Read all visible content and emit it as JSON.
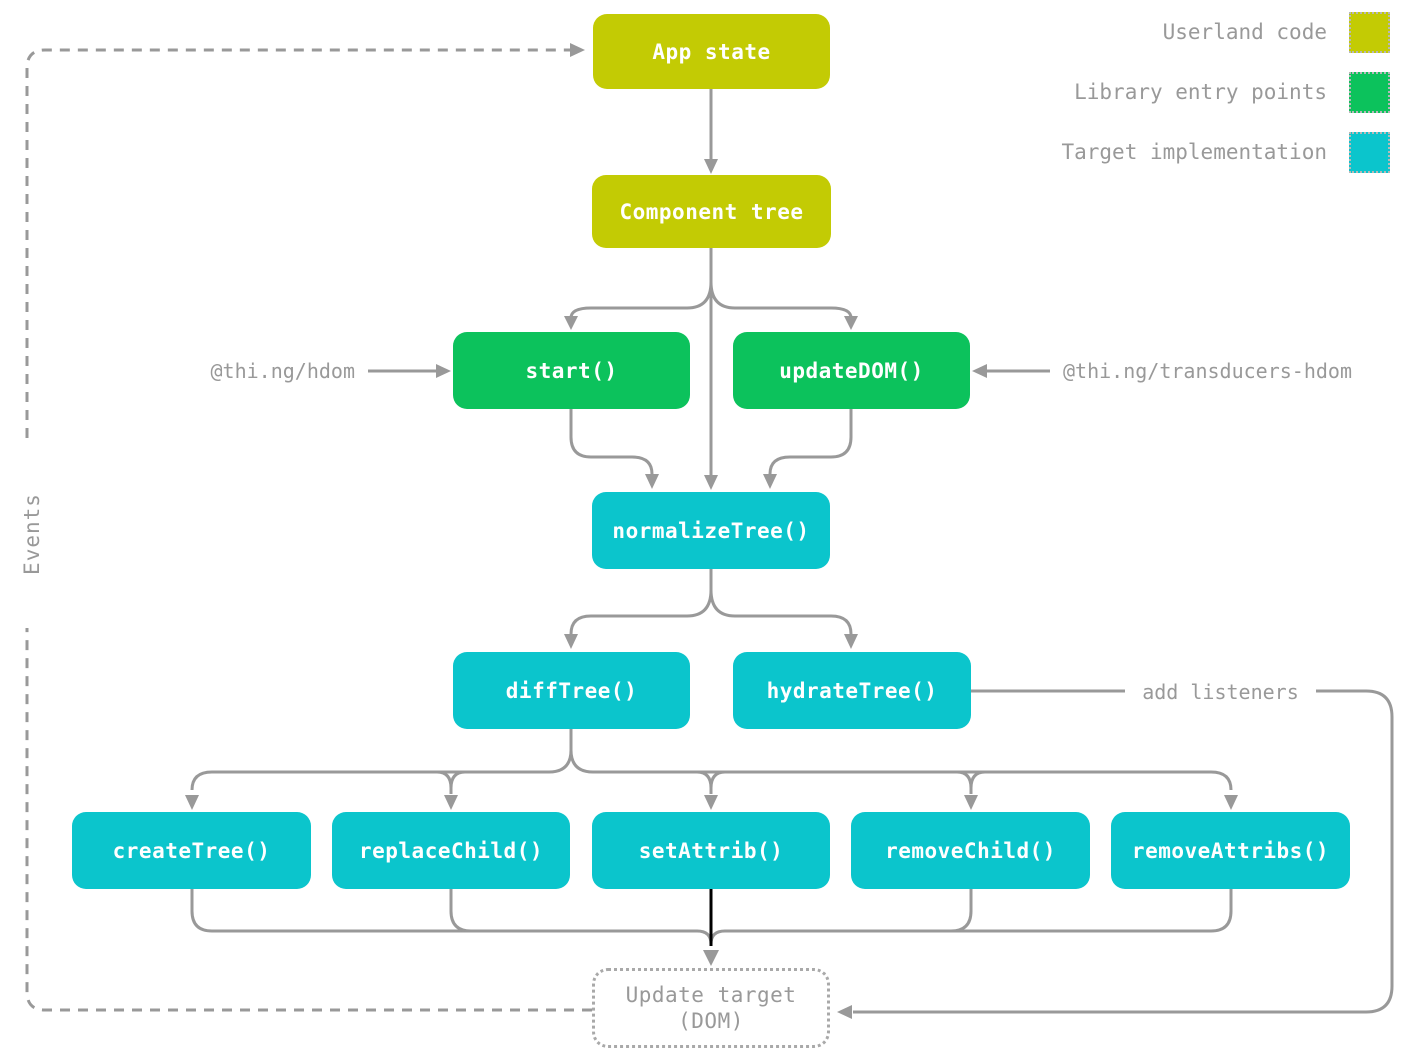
{
  "nodes": {
    "app_state": {
      "label": "App state"
    },
    "component_tree": {
      "label": "Component tree"
    },
    "start": {
      "label": "start()"
    },
    "update_dom": {
      "label": "updateDOM()"
    },
    "normalize_tree": {
      "label": "normalizeTree()"
    },
    "diff_tree": {
      "label": "diffTree()"
    },
    "hydrate_tree": {
      "label": "hydrateTree()"
    },
    "create_tree": {
      "label": "createTree()"
    },
    "replace_child": {
      "label": "replaceChild()"
    },
    "set_attrib": {
      "label": "setAttrib()"
    },
    "remove_child": {
      "label": "removeChild()"
    },
    "remove_attribs": {
      "label": "removeAttribs()"
    },
    "update_target": {
      "line1": "Update target",
      "line2": "(DOM)"
    }
  },
  "annotations": {
    "hdom_package": "@thi.ng/hdom",
    "transducers_package": "@thi.ng/transducers-hdom",
    "add_listeners": "add listeners",
    "events": "Events"
  },
  "legend": {
    "items": [
      {
        "label": "Userland code",
        "color": "#c3cb04"
      },
      {
        "label": "Library entry points",
        "color": "#0cc25c"
      },
      {
        "label": "Target implementation",
        "color": "#0bc5cc"
      }
    ]
  },
  "colors": {
    "userland": "#c3cb04",
    "entry_point": "#0cc25c",
    "target_impl": "#0bc5cc",
    "connector": "#999999",
    "emphasis_line": "#000000",
    "muted_text": "#999999",
    "node_text": "#ffffff"
  }
}
